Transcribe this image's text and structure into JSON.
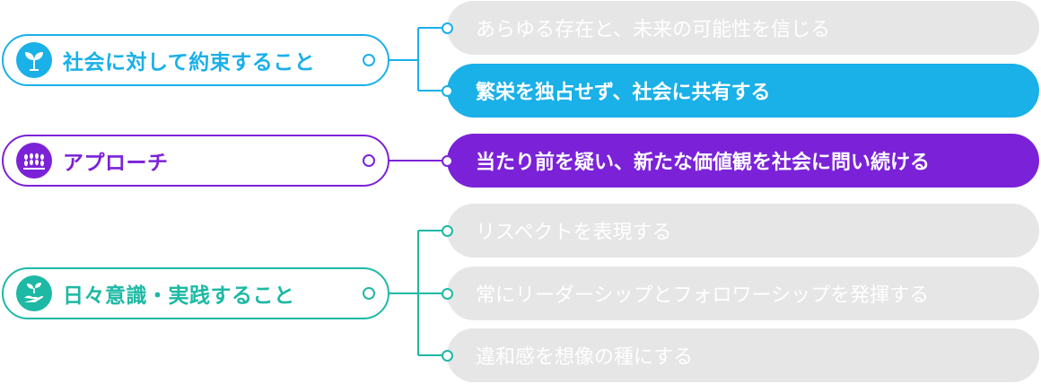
{
  "colors": {
    "commitment": "#1ab0e8",
    "approach": "#7b22d8",
    "practice": "#1db9a5",
    "inactive_pill": "#e6e6e6",
    "active_text": "#ffffff"
  },
  "groups": [
    {
      "label": "社会に対して約束すること",
      "icon": "sprout-icon",
      "items": [
        {
          "text": "あらゆる存在と、未来の可能性を信じる",
          "active": false
        },
        {
          "text": "繁栄を独占せず、社会に共有する",
          "active": true
        }
      ]
    },
    {
      "label": "アプローチ",
      "icon": "wheat-icon",
      "items": [
        {
          "text": "当たり前を疑い、新たな価値観を社会に問い続ける",
          "active": true
        }
      ]
    },
    {
      "label": "日々意識・実践すること",
      "icon": "hand-plant-icon",
      "items": [
        {
          "text": "リスペクトを表現する",
          "active": false
        },
        {
          "text": "常にリーダーシップとフォロワーシップを発揮する",
          "active": false
        },
        {
          "text": "違和感を想像の種にする",
          "active": false
        }
      ]
    }
  ]
}
